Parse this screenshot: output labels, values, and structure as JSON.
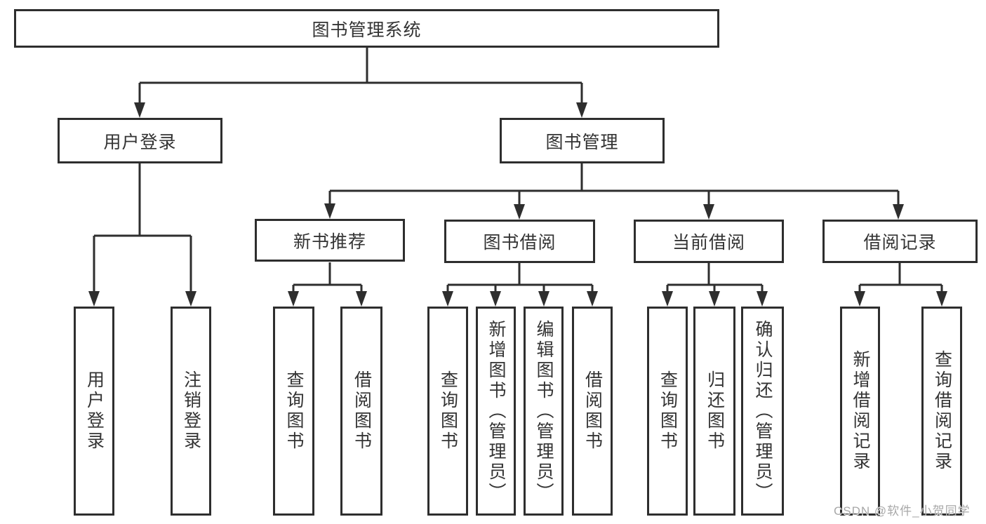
{
  "diagram": {
    "title": "图书管理系统",
    "watermark": "CSDN @软件_小贺同学",
    "colors": {
      "background": "#ffffff",
      "line": "#2e2e2e",
      "box_border": "#2e2e2e",
      "text": "#333333",
      "watermark": "#a8a8a8"
    },
    "nodes": [
      {
        "id": "root",
        "label": "图书管理系统",
        "parent": null,
        "orientation": "horizontal"
      },
      {
        "id": "user-login",
        "label": "用户登录",
        "parent": "root",
        "orientation": "horizontal"
      },
      {
        "id": "book-mgmt",
        "label": "图书管理",
        "parent": "root",
        "orientation": "horizontal"
      },
      {
        "id": "new-book-rec",
        "label": "新书推荐",
        "parent": "book-mgmt",
        "orientation": "horizontal"
      },
      {
        "id": "book-borrow",
        "label": "图书借阅",
        "parent": "book-mgmt",
        "orientation": "horizontal"
      },
      {
        "id": "current-borrow",
        "label": "当前借阅",
        "parent": "book-mgmt",
        "orientation": "horizontal"
      },
      {
        "id": "borrow-records",
        "label": "借阅记录",
        "parent": "book-mgmt",
        "orientation": "horizontal"
      },
      {
        "id": "leaf-user-login",
        "label": "用户登录",
        "parent": "user-login",
        "orientation": "vertical"
      },
      {
        "id": "leaf-logout",
        "label": "注销登录",
        "parent": "user-login",
        "orientation": "vertical"
      },
      {
        "id": "leaf-query-book-rec",
        "label": "查询图书",
        "parent": "new-book-rec",
        "orientation": "vertical"
      },
      {
        "id": "leaf-borrow-book-rec",
        "label": "借阅图书",
        "parent": "new-book-rec",
        "orientation": "vertical"
      },
      {
        "id": "leaf-query-book-bor",
        "label": "查询图书",
        "parent": "book-borrow",
        "orientation": "vertical"
      },
      {
        "id": "leaf-add-book",
        "label": "新增图书（管理员）",
        "parent": "book-borrow",
        "orientation": "vertical"
      },
      {
        "id": "leaf-edit-book",
        "label": "编辑图书（管理员）",
        "parent": "book-borrow",
        "orientation": "vertical"
      },
      {
        "id": "leaf-borrow-book-bor",
        "label": "借阅图书",
        "parent": "book-borrow",
        "orientation": "vertical"
      },
      {
        "id": "leaf-query-book-cur",
        "label": "查询图书",
        "parent": "current-borrow",
        "orientation": "vertical"
      },
      {
        "id": "leaf-return-book",
        "label": "归还图书",
        "parent": "current-borrow",
        "orientation": "vertical"
      },
      {
        "id": "leaf-confirm-return",
        "label": "确认归还（管理员）",
        "parent": "current-borrow",
        "orientation": "vertical"
      },
      {
        "id": "leaf-add-borrow-record",
        "label": "新增借阅记录",
        "parent": "borrow-records",
        "orientation": "vertical"
      },
      {
        "id": "leaf-query-borrow-record",
        "label": "查询借阅记录",
        "parent": "borrow-records",
        "orientation": "vertical"
      }
    ]
  }
}
